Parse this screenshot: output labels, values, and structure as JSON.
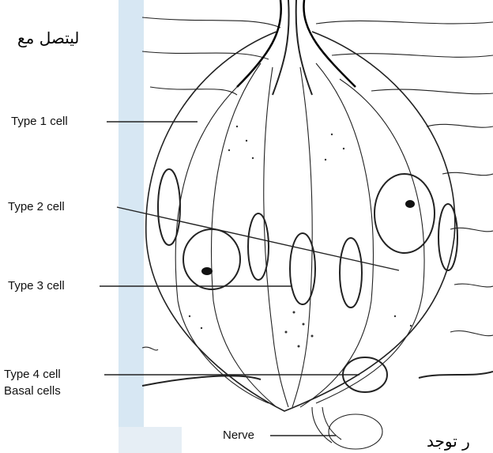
{
  "arabic_texts": {
    "top_left": "ليتصل مع",
    "bottom_right": "ر توجد"
  },
  "labels": {
    "type1": "Type 1 cell",
    "type2": "Type 2 cell",
    "type3": "Type 3 cell",
    "type4": "Type 4 cell",
    "basal": "Basal cells",
    "nerve": "Nerve"
  },
  "colors": {
    "ink": "#111111",
    "watermark": "#d7e7f3"
  }
}
